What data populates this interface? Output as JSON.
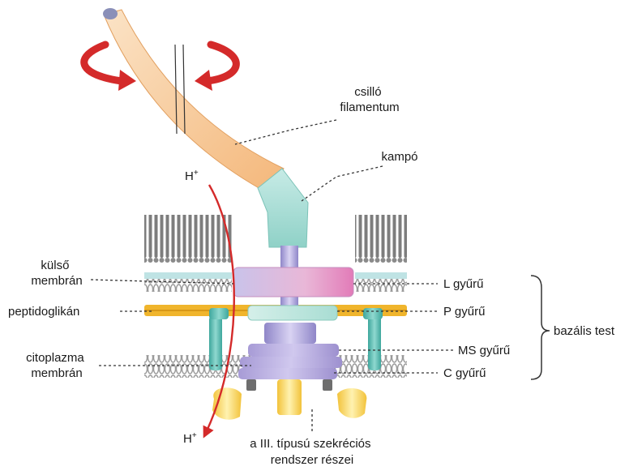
{
  "labels": {
    "filament_line1": "csilló",
    "filament_line2": "filamentum",
    "hook": "kampó",
    "proton_in": "H",
    "proton_out": "H",
    "proton_sup": "+",
    "outer_membrane_line1": "külső",
    "outer_membrane_line2": "membrán",
    "peptidoglycan": "peptidoglikán",
    "cytoplasm_membrane_line1": "citoplazma",
    "cytoplasm_membrane_line2": "membrán",
    "l_ring": "L gyűrű",
    "p_ring": "P gyűrű",
    "ms_ring": "MS gyűrű",
    "c_ring": "C gyűrű",
    "basal_body": "bazális test",
    "t3ss_line1": "a III. típusú szekréciós",
    "t3ss_line2": "rendszer részei"
  },
  "colors": {
    "rotation_arrow": "#d42a2a",
    "proton_path": "#d42a2a",
    "filament": "#f6c58f",
    "hook": "#9fd8d0",
    "outer_membrane_lipids": "#8c8c8c",
    "peptidoglycan": "#f0b52c",
    "stator": "#4fb7ad",
    "l_ring": "#e79ac6",
    "ms_ring": "#b5a9dc",
    "secretion_parts": "#f3d255"
  }
}
